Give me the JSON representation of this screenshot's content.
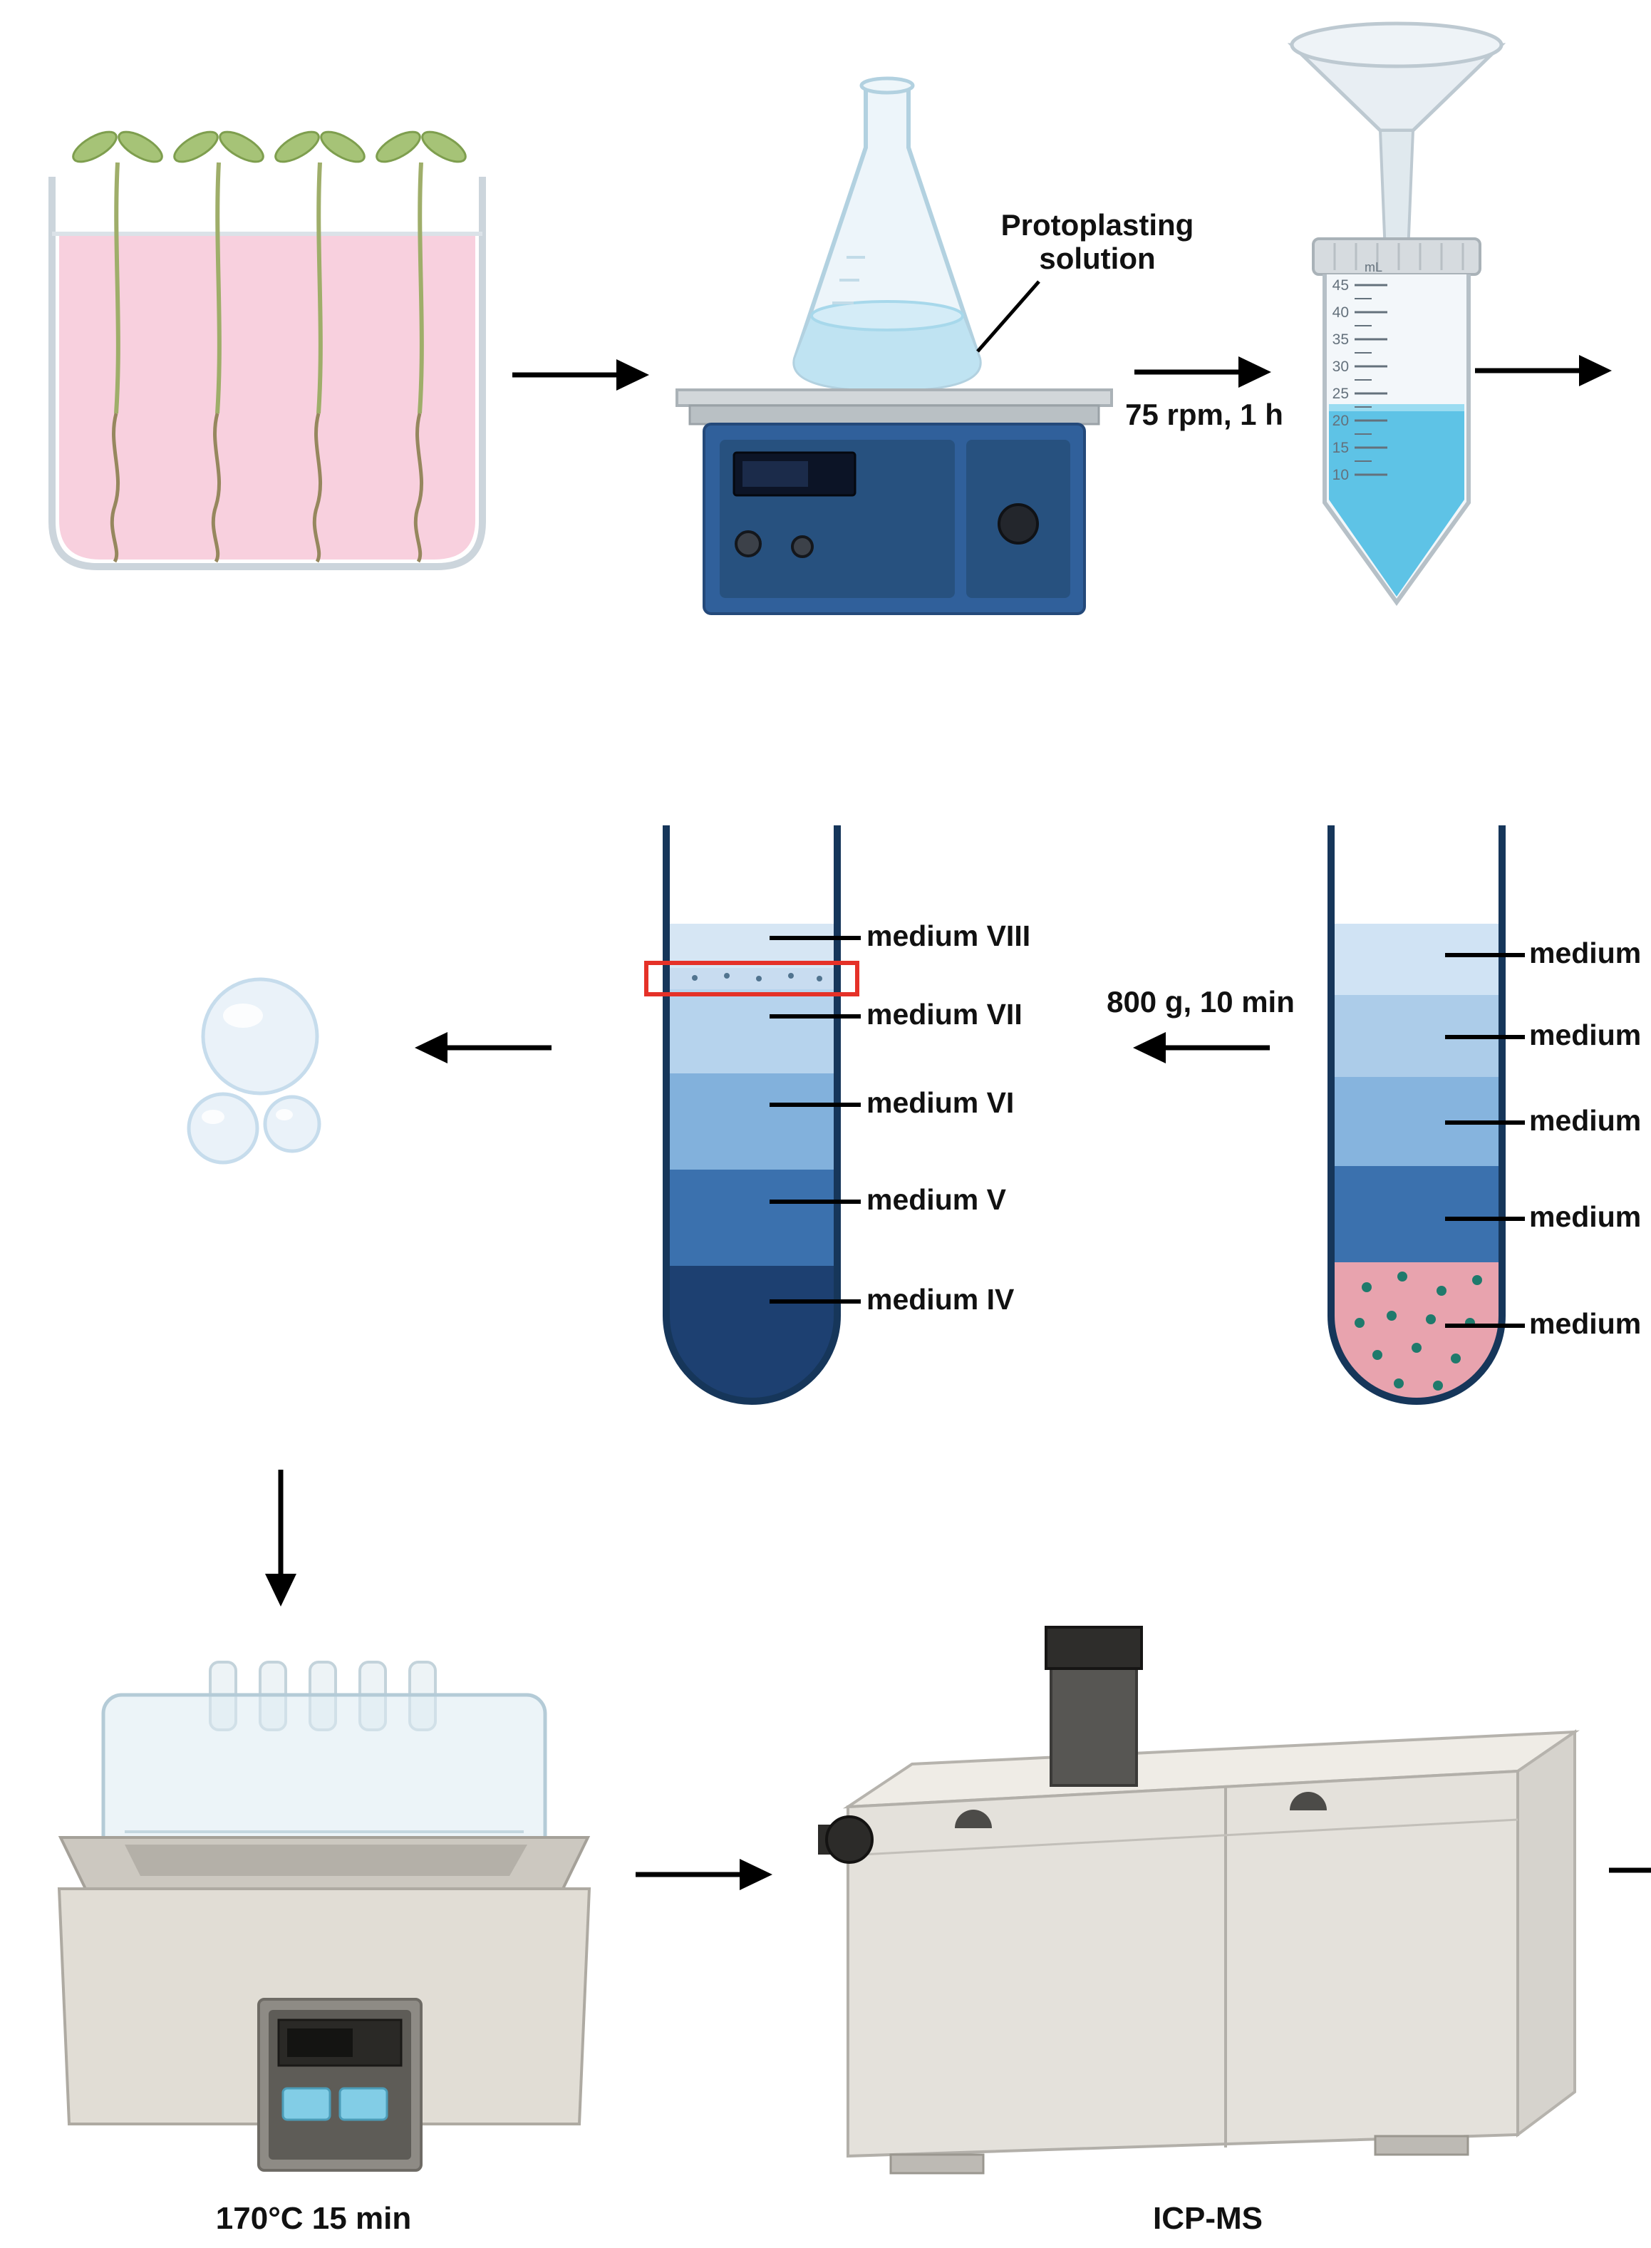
{
  "annotations": {
    "protoplasting_line1": "Protoplasting",
    "protoplasting_line2": "solution",
    "shake": "75 rpm, 1 h",
    "centrifuge": "800 g, 10 min",
    "water_bath": "170°C 15 min",
    "instrument": "ICP-MS"
  },
  "gradient_tube": {
    "labels": [
      "medium VIII",
      "medium VII",
      "medium VI",
      "medium V",
      "medium IV"
    ]
  },
  "loaded_tube": {
    "labels": [
      "medium",
      "medium",
      "medium",
      "medium",
      "medium"
    ]
  },
  "falcon_tube": {
    "unit": "mL",
    "graduations": [
      "45",
      "40",
      "35",
      "30",
      "25",
      "20",
      "15",
      "10"
    ]
  },
  "colors": {
    "arrow": "#000000",
    "highlight_box": "#e53128",
    "medium_pink": "#f8d0de",
    "liquid_blue": "#5ec3e6",
    "tube_outline": "#16365a"
  }
}
